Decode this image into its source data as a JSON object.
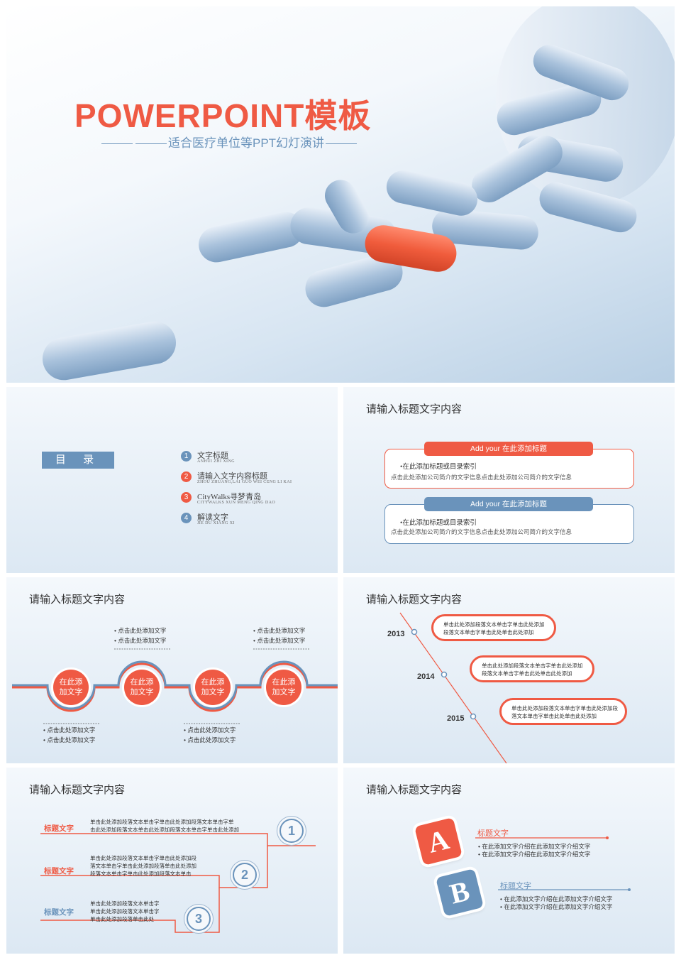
{
  "cover": {
    "title": "POWERPOINT模板",
    "subtitle": "适合医疗单位等PPT幻灯演讲"
  },
  "toc": {
    "label": "目 录",
    "items": [
      {
        "num": "1",
        "main": "文字标题",
        "pinyin": "ANHUI ZHI XING",
        "color": "#6a93bb"
      },
      {
        "num": "2",
        "main": "请输入文字内容标题",
        "pinyin": "ZHOU ZHUANG,LAI GUO WEI CENG LI KAI",
        "color": "#ef5a44"
      },
      {
        "num": "3",
        "main": "CityWalks寻梦青岛",
        "pinyin": "CITYWALKS XUN MENG QING DAO",
        "color": "#ef5a44"
      },
      {
        "num": "4",
        "main": "解读文字",
        "pinyin": "JIE DU XIANG XI",
        "color": "#6a93bb"
      }
    ]
  },
  "slide_title": "请输入标题文字内容",
  "boxes": [
    {
      "header": "Add your 在此添加标题",
      "line1": "•在此添加标题或目录索引",
      "line2": "点击此处添加公司简介的文字信息点击此处添加公司简介的文字信息",
      "color": "#ef5a44"
    },
    {
      "header": "Add your 在此添加标题",
      "line1": "•在此添加标题或目录索引",
      "line2": "点击此处添加公司简介的文字信息点击此处添加公司简介的文字信息",
      "color": "#6a93bb"
    }
  ],
  "timeline": {
    "circle_text": "在此添\n加文字",
    "bullet1": "• 点击此处添加文字",
    "bullet2": "• 点击此处添加文字"
  },
  "years": [
    {
      "year": "2013",
      "text": "单击此处添加段落文本单击字单击此处添加段落文本单击字单击此处单击此处添加"
    },
    {
      "year": "2014",
      "text": "单击此处添加段落文本单击字单击此处添加段落文本单击字单击此处单击此处添加"
    },
    {
      "year": "2015",
      "text": "单击此处添加段落文本单击字单击此处添加段落文本单击字单击此处单击此处添加"
    }
  ],
  "steps": [
    {
      "label": "标题文字",
      "num": "1",
      "color": "#ef5a44",
      "lines": [
        "单击此处添加段落文本单击字单击此处添加段落文本单击字单",
        "击此处添加段落文本单击此处添加段落文本单击字单击此处添加"
      ]
    },
    {
      "label": "标题文字",
      "num": "2",
      "color": "#ef5a44",
      "lines": [
        "单击此处添加段落文本单击字单击此处添加段",
        "落文本单击字单击此处添加段落单击此处添加",
        "段落文本单击字单击此处添加段落文本单击"
      ]
    },
    {
      "label": "标题文字",
      "num": "3",
      "color": "#6a93bb",
      "lines": [
        "单击此处添加段落文本单击字",
        "单击此处添加段落文本单击字",
        "单击此处添加段落单击此处"
      ]
    }
  ],
  "ab": [
    {
      "letter": "A",
      "head": "标题文字",
      "b1": "• 在此添加文字介绍在此添加文字介绍文字",
      "b2": "• 在此添加文字介绍在此添加文字介绍文字",
      "color": "#ef5a44"
    },
    {
      "letter": "B",
      "head": "标题文字",
      "b1": "• 在此添加文字介绍在此添加文字介绍文字",
      "b2": "• 在此添加文字介绍在此添加文字介绍文字",
      "color": "#6a93bb"
    }
  ]
}
